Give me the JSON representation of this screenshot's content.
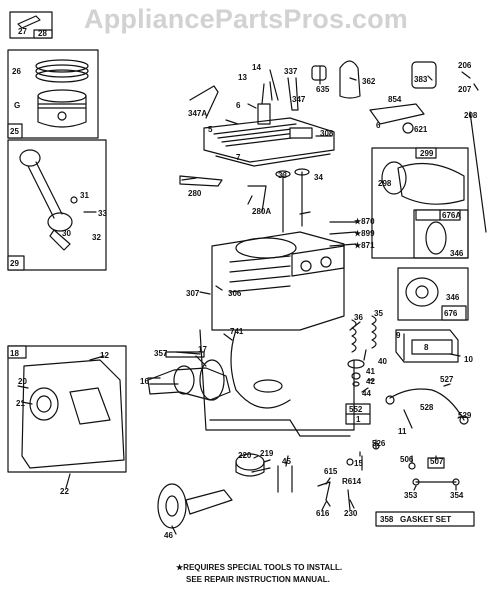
{
  "watermark": "AppliancePartsPros.com",
  "footnote": {
    "line1": "★REQUIRES SPECIAL TOOLS TO INSTALL.",
    "line2": "SEE REPAIR INSTRUCTION MANUAL."
  },
  "gasket_set": {
    "number": "358",
    "label": "GASKET SET"
  },
  "boxes": {
    "pin_box": "28",
    "piston_box": "25",
    "rod_box": "29",
    "muffler_box": "299",
    "gov_box": "676",
    "crankcase_cover_box": "18",
    "box_676A": "676A",
    "bush_box": "552"
  },
  "labels": {
    "p27": "27",
    "p26": "26",
    "p25g": "G",
    "p31": "31",
    "p30": "30",
    "p32": "32",
    "p33": "33",
    "p13": "13",
    "p14": "14",
    "p337": "337",
    "p635": "635",
    "p362": "362",
    "p383": "383",
    "p206": "206",
    "p207": "207",
    "p208": "208",
    "p347": "347",
    "p347a": "347A",
    "p6a": "6",
    "p854": "854",
    "p6b": "6",
    "p621": "621",
    "p5": "5",
    "p308": "308",
    "p298": "298",
    "p280": "280",
    "p280a": "280A",
    "p34": "34",
    "p870": "★870",
    "p899": "★899",
    "p871": "★871",
    "p346a": "346",
    "p346b": "346",
    "p307": "307",
    "p306": "306",
    "p741": "741",
    "p36": "36",
    "p35": "35",
    "p9": "9",
    "p8": "8",
    "p357": "357",
    "p17": "17",
    "p16": "16",
    "p12": "12",
    "p20": "20",
    "p21": "21",
    "p41": "41",
    "p42": "42",
    "p40": "40",
    "p44": "44",
    "p10": "10",
    "p527": "527",
    "p528": "528",
    "p529": "529",
    "p11": "11",
    "p1": "1",
    "p526": "526",
    "p220": "220",
    "p219": "219",
    "p45": "45",
    "p15": "15",
    "p506": "506",
    "p507": "507",
    "p615": "615",
    "p614": "R614",
    "p616": "616",
    "p230": "230",
    "p353": "353",
    "p354": "354",
    "p22": "22",
    "p46": "46",
    "p7": "7"
  }
}
